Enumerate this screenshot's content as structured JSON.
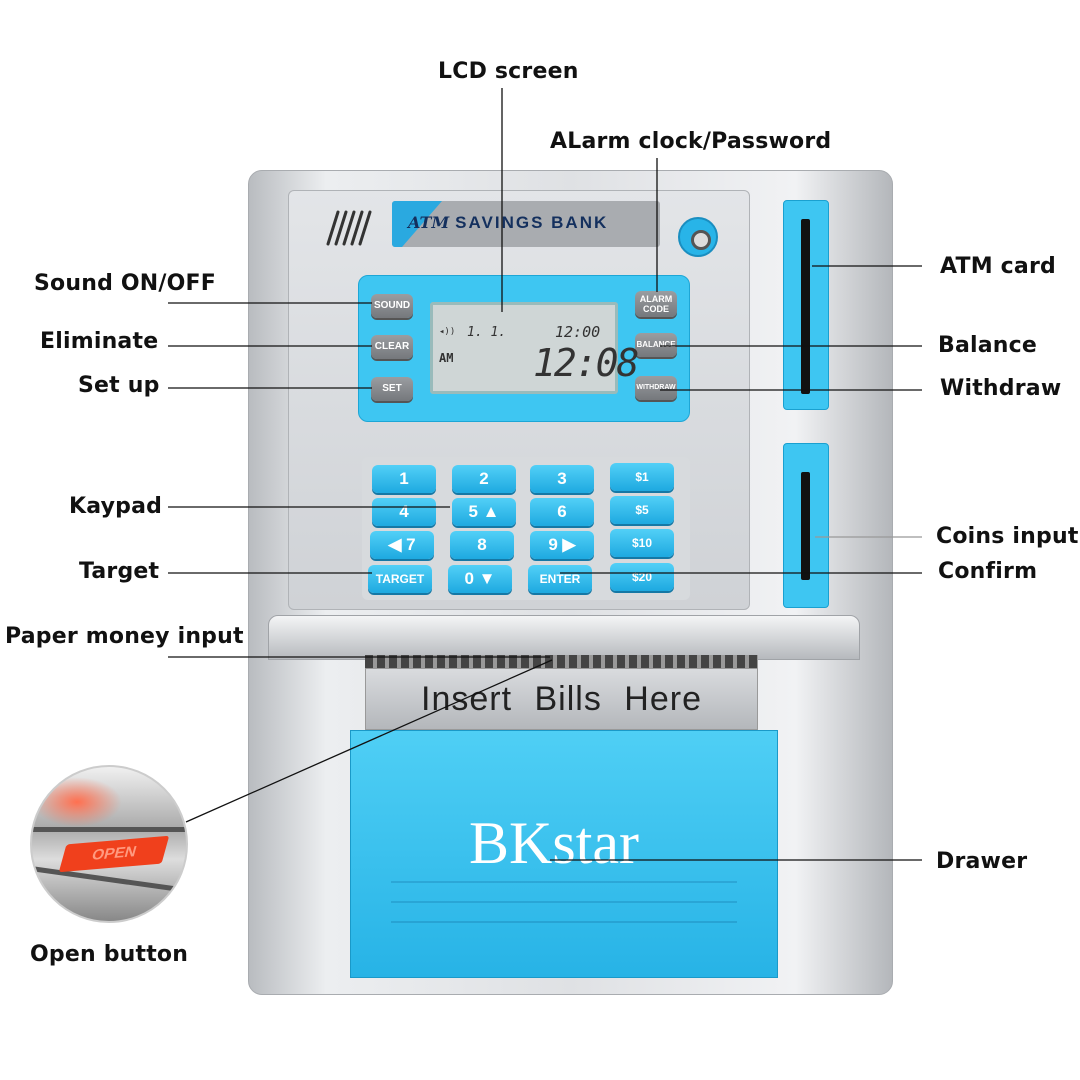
{
  "device": {
    "brand_plate": {
      "logo": "ATM",
      "name": "SAVINGS BANK"
    },
    "lcd": {
      "time": "12:08",
      "alarm_time": "12:00",
      "period": "AM",
      "indicator": "1. 1."
    },
    "left_buttons": [
      "SOUND",
      "CLEAR",
      "SET"
    ],
    "right_buttons": [
      "ALARM CODE",
      "BALANCE",
      "WITHDRAW"
    ],
    "keypad": [
      [
        "1",
        "2",
        "3",
        "$1"
      ],
      [
        "4",
        "5 ▲",
        "6",
        "$5"
      ],
      [
        "◀ 7",
        "8",
        "9 ▶",
        "$10"
      ],
      [
        "TARGET",
        "0 ▼",
        "ENTER",
        "$20"
      ]
    ],
    "bill_slot_text": "Insert  Bills  Here",
    "drawer_brand": "BKstar",
    "open_button_text": "OPEN",
    "accent_color": "#2aa9e0"
  },
  "callouts": {
    "lcd_screen": "LCD screen",
    "alarm": "ALarm clock/Password",
    "sound": "Sound ON/OFF",
    "eliminate": "Eliminate",
    "set_up": "Set up",
    "keypad": "Kaypad",
    "target": "Target",
    "paper_money": "Paper money input",
    "open_button": "Open button",
    "atm_card": "ATM card",
    "balance": "Balance",
    "withdraw": "Withdraw",
    "coins": "Coins input",
    "confirm": "Confirm",
    "drawer": "Drawer"
  }
}
